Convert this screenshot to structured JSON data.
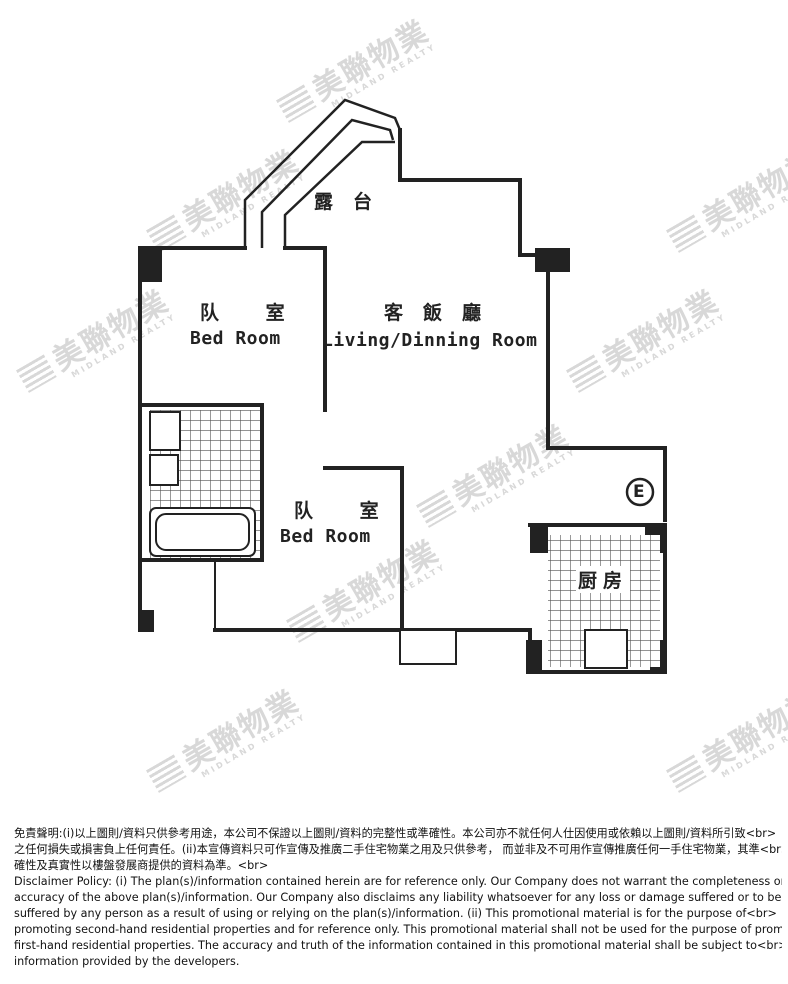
{
  "watermark": {
    "brand_cn": "美聯物業",
    "brand_en": "MIDLAND REALTY"
  },
  "rooms": {
    "balcony_cn": "露台",
    "bedroom1_cn": "队 室",
    "bedroom1_en": "Bed Room",
    "living_cn": "客飯廳",
    "living_en": "Living/Dinning Room",
    "bedroom2_cn": "队 室",
    "bedroom2_en": "Bed Room",
    "kitchen_cn": "厨房",
    "entrance": "E"
  },
  "disclaimer": {
    "lines": [
      "免責聲明:(i)以上圖則/資料只供參考用途，本公司不保證以上圖則/資料的完整性或準確性。本公司亦不就任何人仕因使用或依賴以上圖則/資料所引致<br>",
      "之任何損失或損害負上任何責任。(ii)本宣傳資料只可作宣傳及推廣二手住宅物業之用及只供參考， 而並非及不可用作宣傳推廣任何一手住宅物業，其準<br>",
      "確性及真實性以樓盤發展商提供的資料為準。<br>",
      "Disclaimer Policy: (i) The plan(s)/information contained herein are for reference only. Our Company does not warrant the completeness or<br>",
      "accuracy of the above plan(s)/information. Our Company also disclaims any liability whatsoever for any loss or damage suffered or to be<br>",
      "suffered by any person as a result of using or relying on the plan(s)/information. (ii) This promotional material is for the purpose of<br>",
      "promoting second-hand residential properties and for reference only. This promotional material shall not be used for the purpose of promoting<br>",
      "first-hand residential properties. The accuracy and truth of the information contained in this promotional material shall be subject to<br>",
      "information provided by the developers."
    ]
  }
}
